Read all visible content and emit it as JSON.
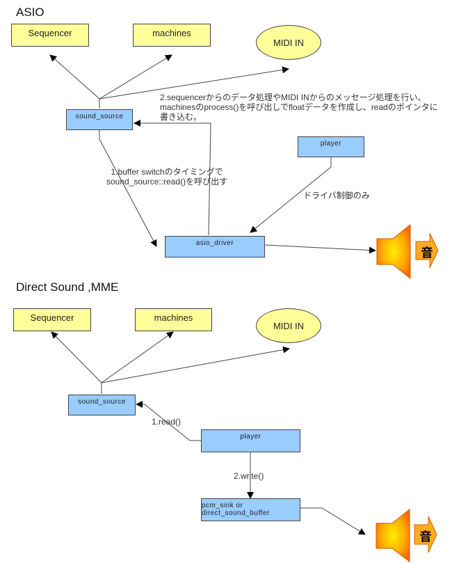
{
  "sections": [
    {
      "title": "ASIO",
      "nodes": {
        "sequencer": "Sequencer",
        "machines": "machines",
        "midi_in": "MIDI IN",
        "sound_source": "sound_source",
        "player": "player",
        "driver": "asio_driver"
      },
      "notes": {
        "step2": "2.sequencerからのデータ処理やMIDI INからのメッセージ処理を行い、\nmachinesのprocess()を呼び出しでfloatデータを作成し、readのポインタに\n書き込む。",
        "step1": "1.buffer switchのタイミングで\nsound_source::read()を呼び出す",
        "player_note": "ドライバ制御のみ"
      },
      "speaker_label": "音"
    },
    {
      "title": "Direct Sound ,MME",
      "nodes": {
        "sequencer": "Sequencer",
        "machines": "machines",
        "midi_in": "MIDI IN",
        "sound_source": "sound_source",
        "player": "player",
        "sink": "pcm_sink  or  direct_sound_buffer"
      },
      "notes": {
        "read": "1.read()",
        "write": "2.write()"
      },
      "speaker_label": "音"
    }
  ]
}
